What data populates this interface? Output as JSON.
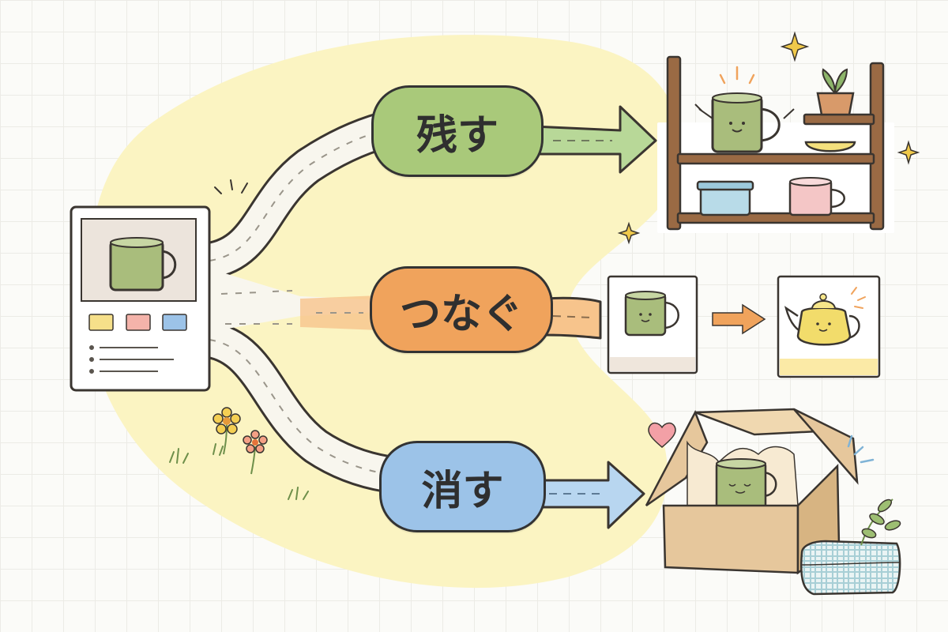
{
  "branches": [
    {
      "id": "keep",
      "label": "残す",
      "color": "#a9c97a",
      "arrow_color": "#b8d898"
    },
    {
      "id": "link",
      "label": "つなぐ",
      "color": "#f0a35c",
      "arrow_color": "#f7c48c"
    },
    {
      "id": "delete",
      "label": "消す",
      "color": "#9cc3e8",
      "arrow_color": "#b8d6f0"
    }
  ],
  "colors": {
    "background_blob": "#fbf4c2",
    "outline": "#3a3530",
    "mug_green": "#a9bd7c",
    "swatch_yellow": "#f6e08a",
    "swatch_pink": "#f4b3aa",
    "swatch_blue": "#9cc3e8",
    "shelf_wood": "#9a6a44",
    "box_cardboard": "#e6c79c",
    "teapot_yellow": "#f2dc6b",
    "sparkle_yellow": "#f0c94a"
  },
  "icons": [
    "product-card-icon",
    "mug-icon",
    "shelf-icon",
    "teapot-icon",
    "cardboard-box-icon",
    "heart-icon",
    "sparkle-icon",
    "flower-icon",
    "plant-icon",
    "towel-icon"
  ]
}
